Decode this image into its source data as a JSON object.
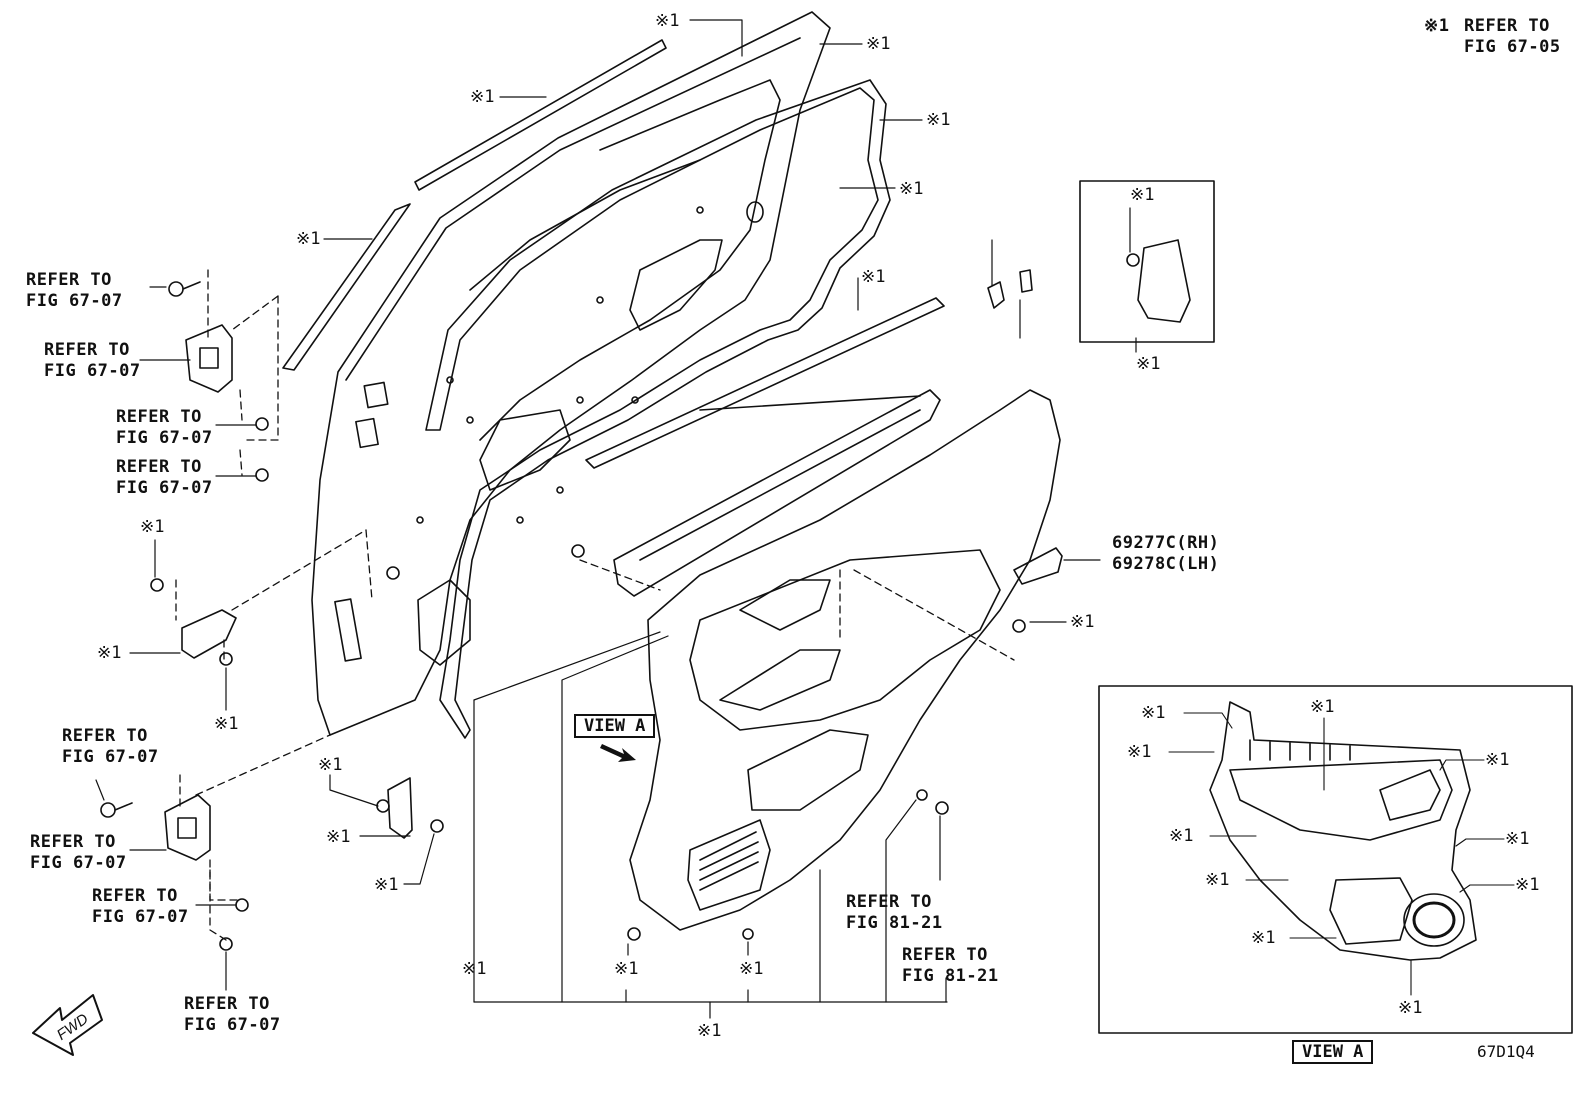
{
  "legend": {
    "mark": "※1",
    "line1": "REFER TO",
    "line2": "FIG 67-05"
  },
  "mark": "※1",
  "refer": {
    "fig6707": [
      "REFER TO",
      "FIG 67-07"
    ],
    "fig8121": [
      "REFER TO",
      "FIG 81-21"
    ]
  },
  "part_numbers": {
    "rh": "69277C(RH)",
    "lh": "69278C(LH)"
  },
  "view_a": "VIEW A",
  "fwd": "FWD",
  "diagram_code": "67D1Q4"
}
